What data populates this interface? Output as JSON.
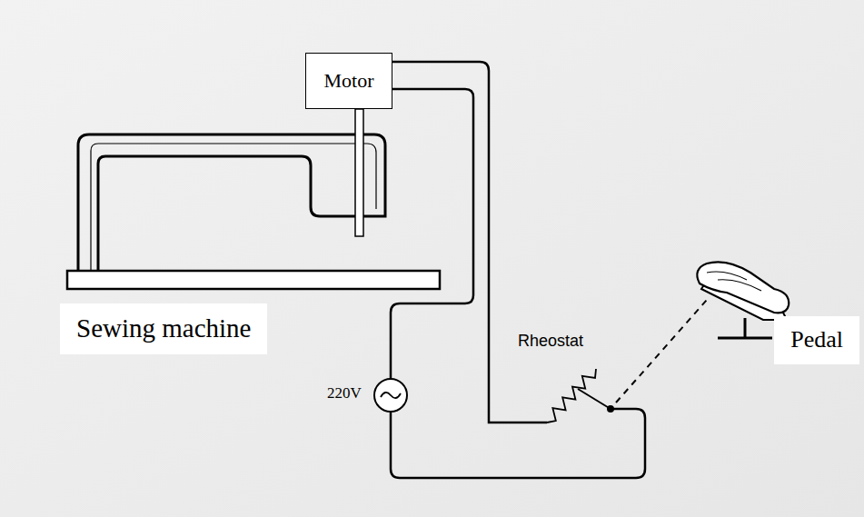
{
  "diagram": {
    "nodes": [
      {
        "text": [
          "Motor"
        ]
      }
    ],
    "labels": [
      "Sewing machine",
      "220V",
      "Rheostat",
      "Pedal"
    ]
  }
}
